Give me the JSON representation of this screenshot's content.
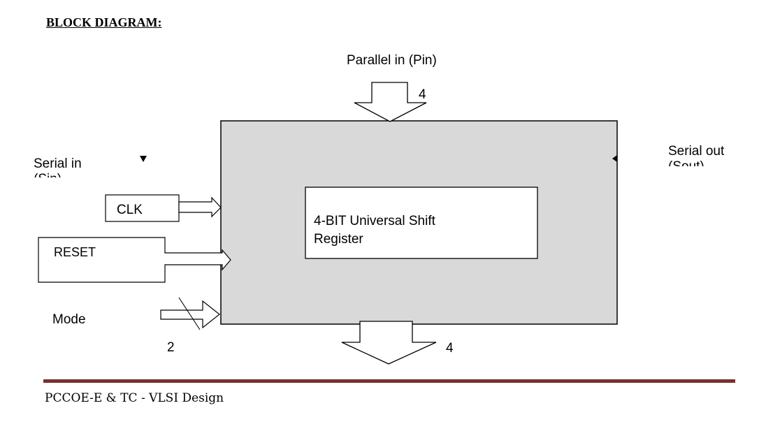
{
  "heading": "BLOCK DIAGRAM:",
  "diagram": {
    "core_label": "4-BIT Universal Shift Register",
    "parallel_in": "Parallel in (Pin)",
    "parallel_in_width": "4",
    "serial_in": "Serial in (Sin)",
    "serial_out": "Serial out (Sout)",
    "clk": "CLK",
    "reset": "RESET",
    "mode": "Mode",
    "mode_width": "2",
    "parallel_out_width": "4",
    "colors": {
      "block_fill": "#d9d9d9",
      "stroke": "#000000"
    }
  },
  "footer": {
    "text": "PCCOE-E & TC - VLSI Design",
    "rule_color": "#7a2f2f"
  }
}
